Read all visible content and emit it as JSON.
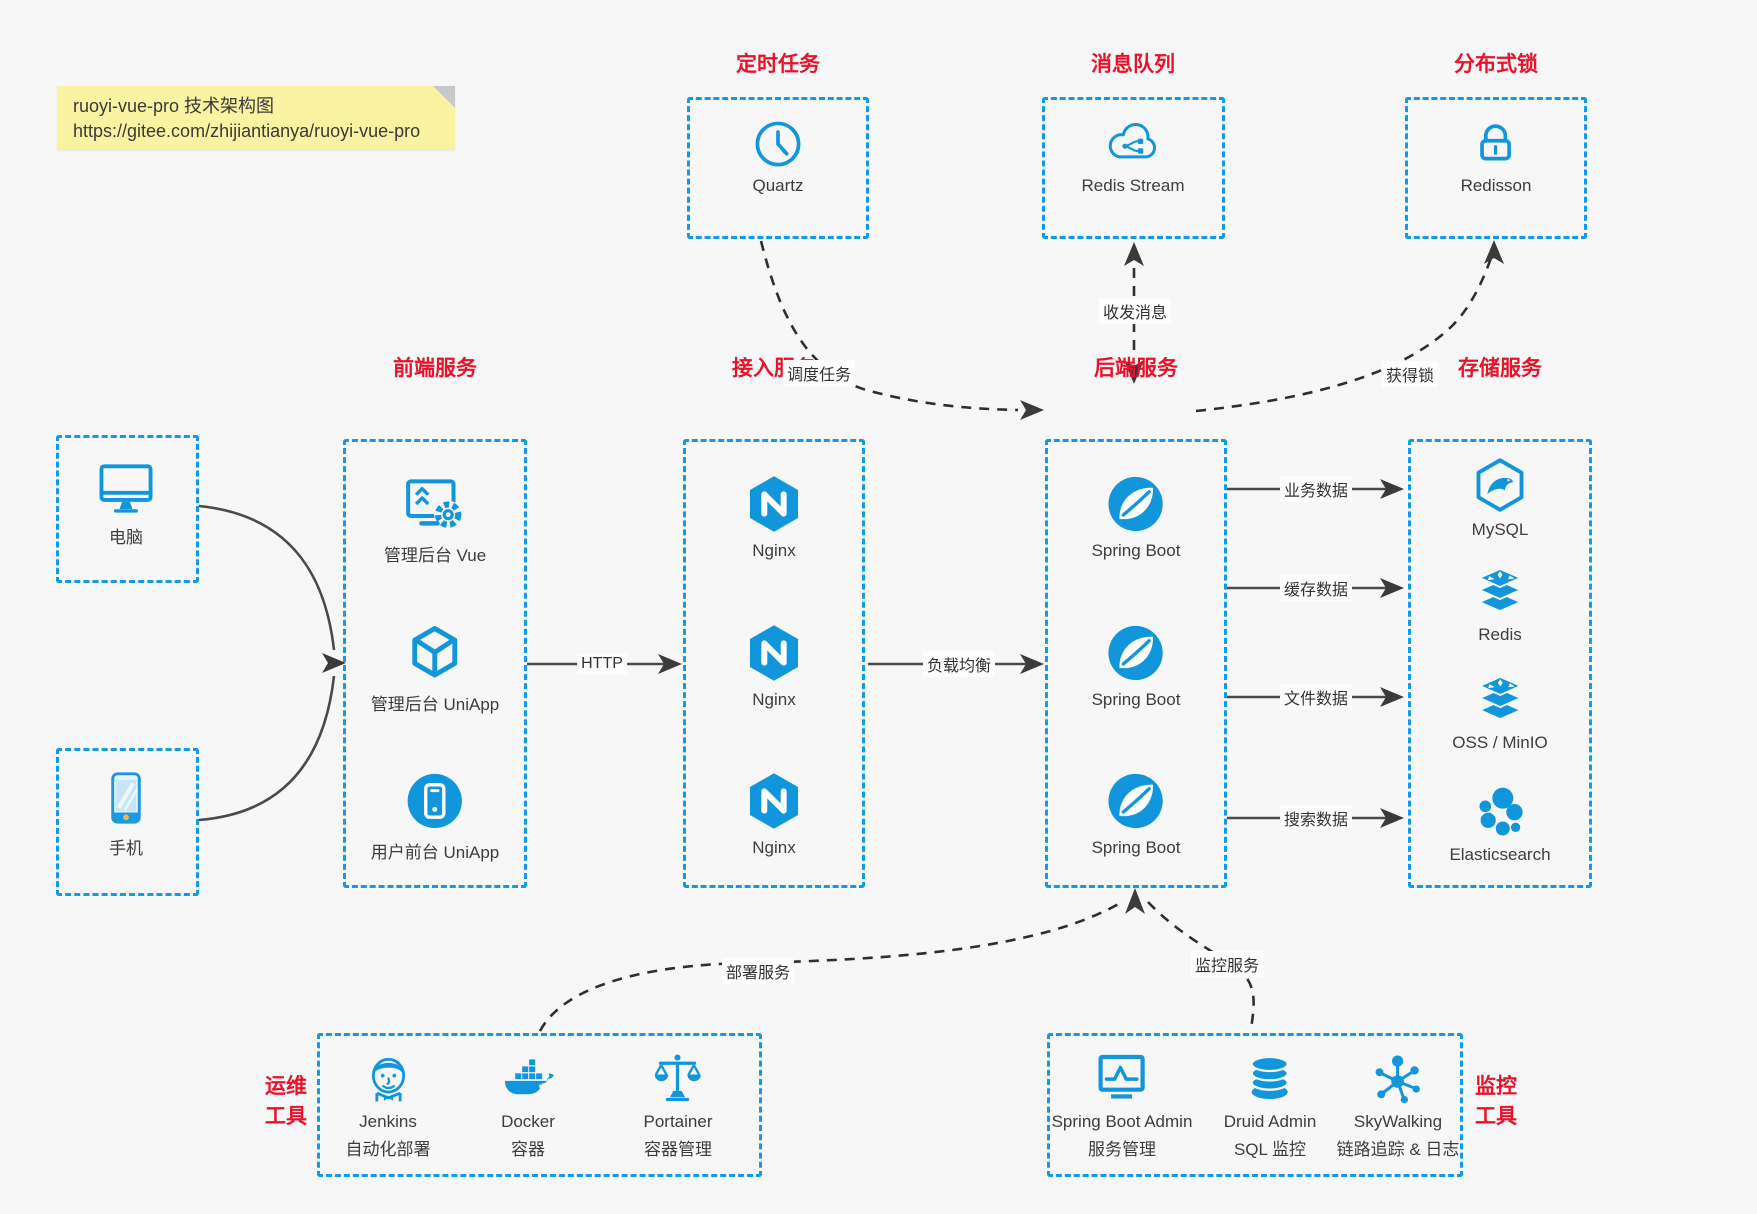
{
  "note": {
    "line1": "ruoyi-vue-pro 技术架构图",
    "line2": "https://gitee.com/zhijiantianya/ruoyi-vue-pro"
  },
  "top_groups": [
    {
      "title": "定时任务",
      "item": {
        "label": "Quartz",
        "icon": "clock-icon"
      }
    },
    {
      "title": "消息队列",
      "item": {
        "label": "Redis Stream",
        "icon": "stream-cloud-icon"
      }
    },
    {
      "title": "分布式锁",
      "item": {
        "label": "Redisson",
        "icon": "lock-icon"
      }
    }
  ],
  "clients": [
    {
      "label": "电脑",
      "icon": "desktop-icon"
    },
    {
      "label": "手机",
      "icon": "smartphone-icon"
    }
  ],
  "columns": [
    {
      "title": "前端服务",
      "items": [
        {
          "label": "管理后台 Vue",
          "icon": "admin-vue-icon"
        },
        {
          "label": "管理后台 UniApp",
          "icon": "uniapp-cube-icon"
        },
        {
          "label": "用户前台 UniApp",
          "icon": "user-app-icon"
        }
      ]
    },
    {
      "title": "接入服务",
      "items": [
        {
          "label": "Nginx",
          "icon": "nginx-icon"
        },
        {
          "label": "Nginx",
          "icon": "nginx-icon"
        },
        {
          "label": "Nginx",
          "icon": "nginx-icon"
        }
      ]
    },
    {
      "title": "后端服务",
      "items": [
        {
          "label": "Spring Boot",
          "icon": "spring-icon"
        },
        {
          "label": "Spring Boot",
          "icon": "spring-icon"
        },
        {
          "label": "Spring Boot",
          "icon": "spring-icon"
        }
      ]
    },
    {
      "title": "存储服务",
      "items": [
        {
          "label": "MySQL",
          "icon": "mysql-icon"
        },
        {
          "label": "Redis",
          "icon": "redis-stack-icon"
        },
        {
          "label": "OSS / MinIO",
          "icon": "object-storage-icon"
        },
        {
          "label": "Elasticsearch",
          "icon": "elasticsearch-icon"
        }
      ]
    }
  ],
  "bottom_groups": [
    {
      "side_label": {
        "line1": "运维",
        "line2": "工具"
      },
      "items": [
        {
          "name": "Jenkins",
          "desc": "自动化部署",
          "icon": "jenkins-icon"
        },
        {
          "name": "Docker",
          "desc": "容器",
          "icon": "docker-icon"
        },
        {
          "name": "Portainer",
          "desc": "容器管理",
          "icon": "portainer-icon"
        }
      ]
    },
    {
      "side_label": {
        "line1": "监控",
        "line2": "工具"
      },
      "items": [
        {
          "name": "Spring Boot Admin",
          "desc": "服务管理",
          "icon": "monitor-pulse-icon"
        },
        {
          "name": "Druid Admin",
          "desc": "SQL 监控",
          "icon": "database-icon"
        },
        {
          "name": "SkyWalking",
          "desc": "链路追踪 & 日志",
          "icon": "topology-icon"
        }
      ]
    }
  ],
  "edges": {
    "http": "HTTP",
    "load_balance": "负载均衡",
    "schedule": "调度任务",
    "message": "收发消息",
    "lock": "获得锁",
    "deploy": "部署服务",
    "monitor": "监控服务",
    "business_data": "业务数据",
    "cache_data": "缓存数据",
    "file_data": "文件数据",
    "search_data": "搜索数据"
  },
  "colors": {
    "accent_blue": "#1296db",
    "border_blue": "#1199ee",
    "title_red": "#e8132b",
    "note_yellow": "#faf3a1",
    "background": "#f7f7f8"
  }
}
